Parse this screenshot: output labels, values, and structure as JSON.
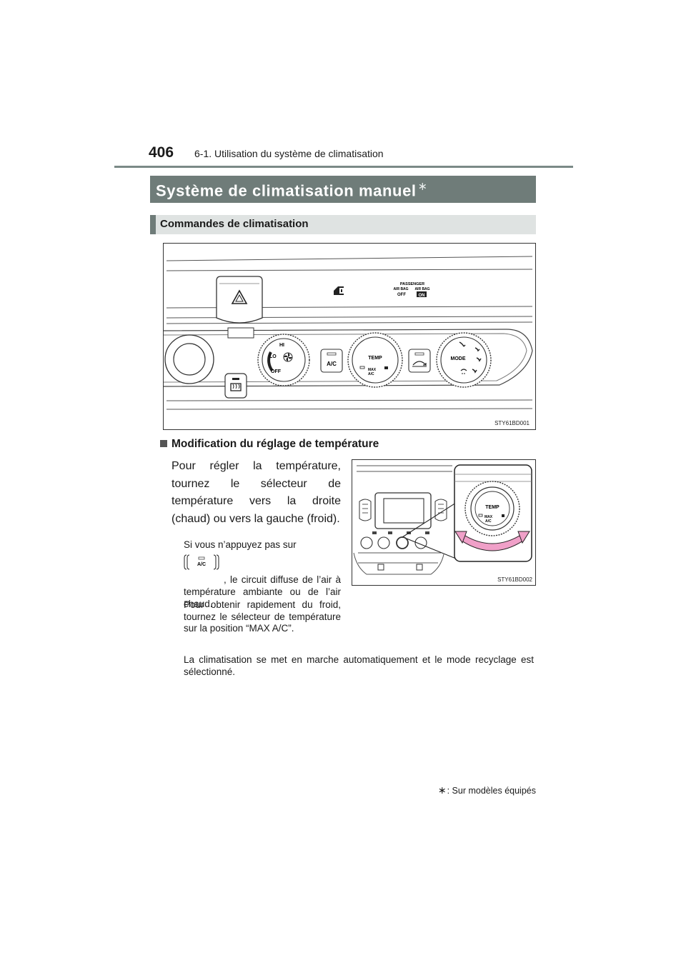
{
  "header": {
    "page_number": "406",
    "chapter": "6-1. Utilisation du système de climatisation"
  },
  "title": {
    "text": "Système de climatisation manuel",
    "marker": "∗"
  },
  "subtitle": "Commandes de climatisation",
  "figure1": {
    "code": "STY61BD001",
    "labels": {
      "passenger": "PASSENGER",
      "airbag_left": "AIR BAG",
      "airbag_right": "AIR BAG",
      "off": "OFF",
      "on": "ON",
      "hi": "HI",
      "lo": "LO",
      "off_fan": "OFF",
      "ac": "A/C",
      "temp": "TEMP",
      "max": "MAX",
      "max_ac": "A/C",
      "mode": "MODE"
    }
  },
  "section": {
    "heading": "Modification du réglage de température",
    "paragraph": "Pour régler la température, tournez le sélecteur de température vers la droite (chaud) ou vers la gauche (froid).",
    "note_1a": "Si vous n’appuyez pas sur",
    "note_1b": ", le circuit diffuse de l’air à température ambiante ou de l’air chaud.",
    "note_2": "Pour obtenir rapidement du froid, tournez le sélecteur de température sur la position “MAX A/C”.",
    "note_3": "La climatisation se met en marche automatiquement et le mode recyclage est sélectionné.",
    "icon_label": "A/C"
  },
  "figure2": {
    "code": "STY61BD002",
    "labels": {
      "temp": "TEMP",
      "max": "MAX",
      "ac": "A/C"
    }
  },
  "footnote": {
    "marker": "∗",
    "text": ": Sur modèles équipés"
  }
}
